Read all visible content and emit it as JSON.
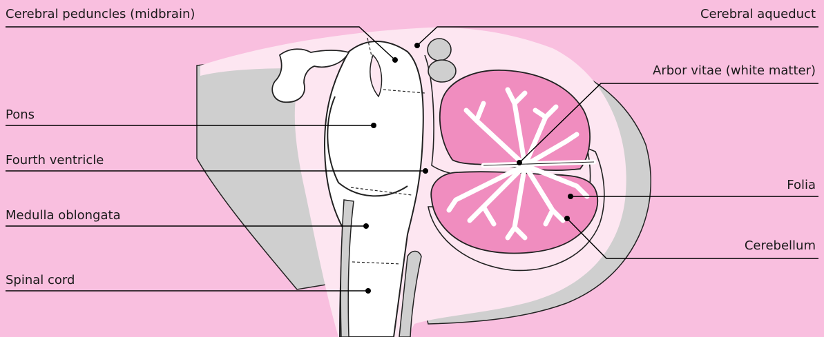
{
  "labels": {
    "cerebral_peduncles": "Cerebral peduncles (midbrain)",
    "cerebral_aqueduct": "Cerebral aqueduct",
    "arbor_vitae": "Arbor vitae (white matter)",
    "pons": "Pons",
    "fourth_ventricle": "Fourth ventricle",
    "folia": "Folia",
    "medulla_oblongata": "Medulla oblongata",
    "cerebellum": "Cerebellum",
    "spinal_cord": "Spinal cord"
  },
  "colors": {
    "background": "#f9bfdf",
    "tissue_light": "#fde6f1",
    "grey_matter": "#cfcfcf",
    "cerebellum_fill": "#f08dbf",
    "outline": "#222222",
    "leader": "#000000"
  }
}
